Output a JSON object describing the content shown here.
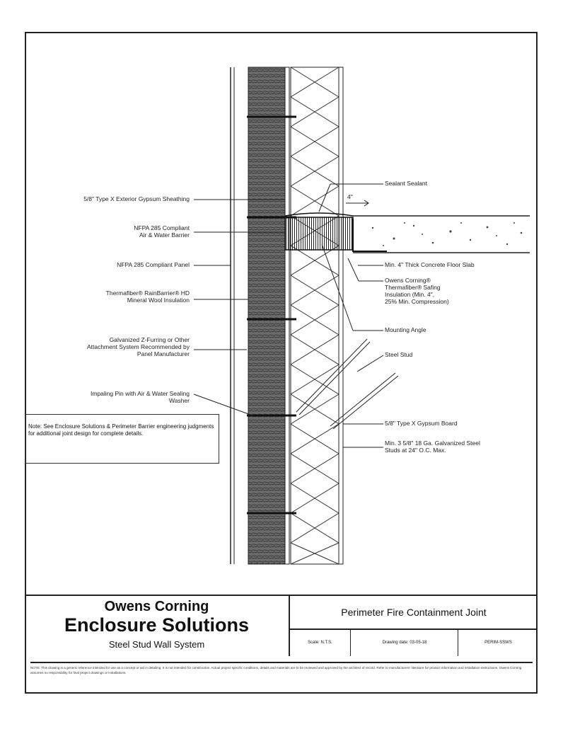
{
  "callouts": {
    "sealant_label": "Sealant Sealant",
    "sheathing_label": "5/8\" Type X Exterior Gypsum Sheathing",
    "air_barrier_label_1": "NFPA 285 Compliant",
    "air_barrier_label_2": "Air & Water Barrier",
    "foam_panel_label": "NFPA 285 Compliant Panel",
    "ci_label_1": "Thermafiber® RainBarrier® HD",
    "ci_label_2": "Mineral Wool Insulation",
    "attach_label_1": "Galvanized Z-Furring or Other",
    "attach_label_2": "Attachment System Recommended by",
    "attach_label_3": "Panel Manufacturer",
    "flashing_label_1": "Impaling Pin with Air & Water Sealing",
    "flashing_label_2": "Washer",
    "slab_label": "Min. 4\" Thick Concrete Floor Slab",
    "safing_label_1": "Owens Corning®",
    "safing_label_2": "Thermafiber® Safing",
    "safing_label_3": "Insulation (Min. 4\",",
    "safing_label_4": "25% Min. Compression)",
    "angle_label": "Mounting Angle",
    "stud_label": "Steel Stud",
    "gypsum_label": "5/8\" Type X Gypsum Board",
    "studs_label_1": "Min. 3 5/8\" 18 Ga. Galvanized Steel",
    "studs_label_2": "Studs at 24\" O.C. Max.",
    "dim_label": "4\""
  },
  "note": {
    "text": "Note: See Enclosure Solutions & Perimeter Barrier engineering judgments for additional joint design for complete details."
  },
  "title_block": {
    "brand": "Owens Corning",
    "product": "Enclosure Solutions",
    "system": "Steel Stud Wall System",
    "detail_title": "Perimeter Fire Containment Joint",
    "scale": "Scale: N.T.S.",
    "date": "Drawing date: 03-05-18",
    "code": "PERIM-SSWS"
  },
  "footer": {
    "text": "NOTE: This drawing is a generic reference intended for use as a concept or aid in detailing. It is not intended for construction. Actual project specific conditions, details and materials are to be reviewed and approved by the architect of record. Refer to manufacturers' literature for product information and installation instructions. Owens Corning assumes no responsibility for final project drawings or installations."
  }
}
